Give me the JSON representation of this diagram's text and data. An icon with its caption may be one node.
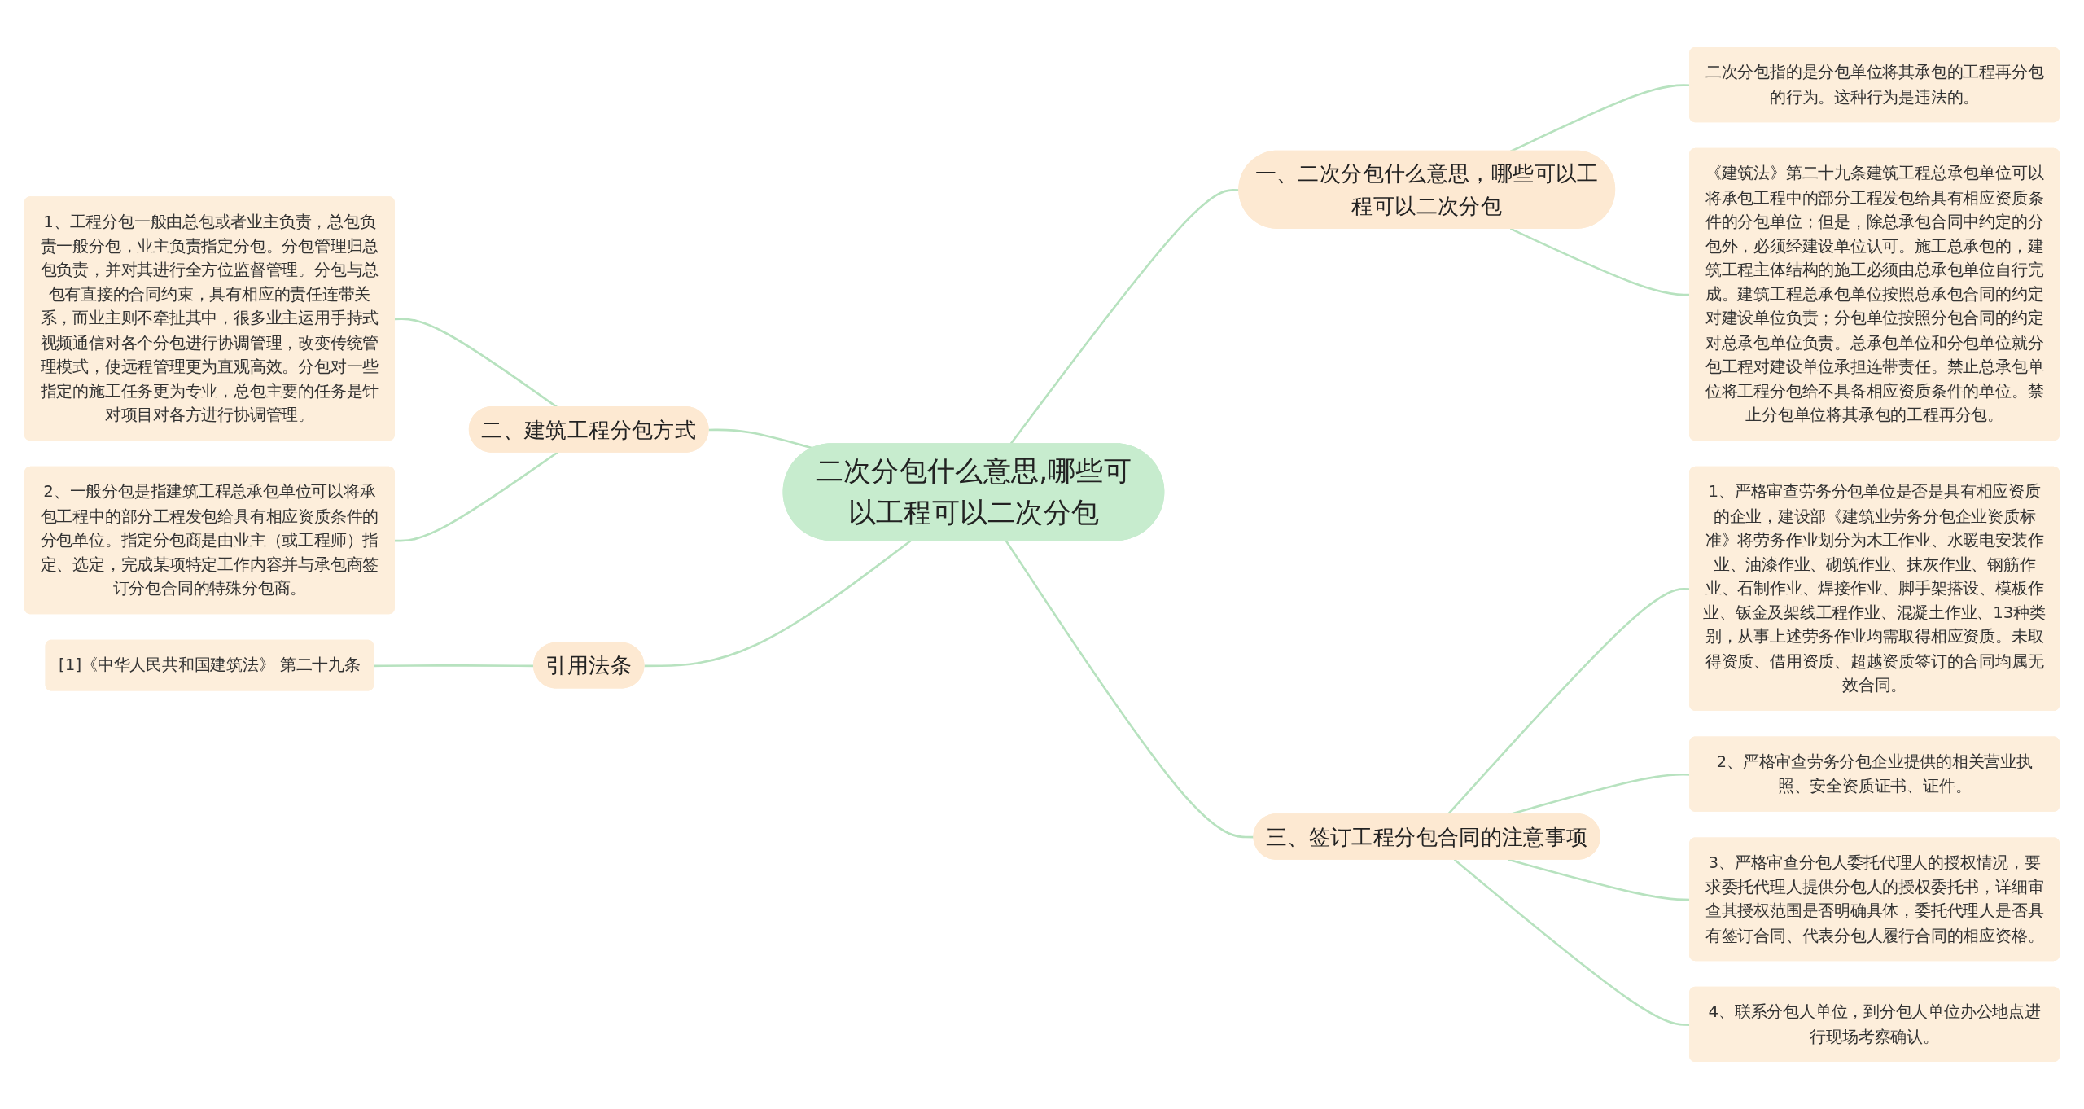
{
  "diagram": {
    "nodes": [
      {
        "text": [
          "二次分包什么意思,哪些可以工程可以二次分包"
        ]
      },
      {
        "text": [
          "一、二次分包什么意思，哪些可以工程可以二次分包"
        ]
      },
      {
        "text": [
          "二次分包指的是分包单位将其承包的工程再分包的行为。这种行为是违法的。"
        ]
      },
      {
        "text": [
          "《建筑法》第二十九条建筑工程总承包单位可以将承包工程中的部分工程发包给具有相应资质条件的分包单位；但是，除总承包合同中约定的分包外，必须经建设单位认可。施工总承包的，建筑工程主体结构的施工必须由总承包单位自行完成。建筑工程总承包单位按照总承包合同的约定对建设单位负责；分包单位按照分包合同的约定对总承包单位负责。总承包单位和分包单位就分包工程对建设单位承担连带责任。禁止总承包单位将工程分包给不具备相应资质条件的单位。禁止分包单位将其承包的工程再分包。"
        ]
      },
      {
        "text": [
          "二、建筑工程分包方式"
        ]
      },
      {
        "text": [
          "1、工程分包一般由总包或者业主负责，总包负责一般分包，业主负责指定分包。分包管理归总包负责，并对其进行全方位监督管理。分包与总包有直接的合同约束，具有相应的责任连带关系，而业主则不牵扯其中，很多业主运用手持式视频通信对各个分包进行协调管理，改变传统管理模式，使远程管理更为直观高效。分包对一些指定的施工任务更为专业，总包主要的任务是针对项目对各方进行协调管理。"
        ]
      },
      {
        "text": [
          "2、一般分包是指建筑工程总承包单位可以将承包工程中的部分工程发包给具有相应资质条件的分包单位。指定分包商是由业主（或工程师）指定、选定，完成某项特定工作内容并与承包商签订分包合同的特殊分包商。"
        ]
      },
      {
        "text": [
          "引用法条"
        ]
      },
      {
        "text": [
          "[1]《中华人民共和国建筑法》 第二十九条"
        ]
      },
      {
        "text": [
          "三、签订工程分包合同的注意事项"
        ]
      },
      {
        "text": [
          "1、严格审查劳务分包单位是否是具有相应资质的企业，建设部《建筑业劳务分包企业资质标准》将劳务作业划分为木工作业、水暖电安装作业、油漆作业、砌筑作业、抹灰作业、钢筋作业、石制作业、焊接作业、脚手架搭设、模板作业、钣金及架线工程作业、混凝土作业、13种类别，从事上述劳务作业均需取得相应资质。未取得资质、借用资质、超越资质签订的合同均属无效合同。"
        ]
      },
      {
        "text": [
          "2、严格审查劳务分包企业提供的相关营业执照、安全资质证书、证件。"
        ]
      },
      {
        "text": [
          "3、严格审查分包人委托代理人的授权情况，要求委托代理人提供分包人的授权委托书，详细审查其授权范围是否明确具体，委托代理人是否具有签订合同、代表分包人履行合同的相应资格。"
        ]
      },
      {
        "text": [
          "4、联系分包人单位，到分包人单位办公地点进行现场考察确认。"
        ]
      }
    ],
    "edges": [
      {
        "from": 0,
        "to": 1,
        "arrow": "none"
      },
      {
        "from": 1,
        "to": 2,
        "arrow": "none"
      },
      {
        "from": 1,
        "to": 3,
        "arrow": "none"
      },
      {
        "from": 0,
        "to": 4,
        "arrow": "none"
      },
      {
        "from": 4,
        "to": 5,
        "arrow": "none"
      },
      {
        "from": 4,
        "to": 6,
        "arrow": "none"
      },
      {
        "from": 0,
        "to": 7,
        "arrow": "none"
      },
      {
        "from": 7,
        "to": 8,
        "arrow": "none"
      },
      {
        "from": 0,
        "to": 9,
        "arrow": "none"
      },
      {
        "from": 9,
        "to": 10,
        "arrow": "none"
      },
      {
        "from": 9,
        "to": 11,
        "arrow": "none"
      },
      {
        "from": 9,
        "to": 12,
        "arrow": "none"
      },
      {
        "from": 9,
        "to": 13,
        "arrow": "none"
      }
    ]
  }
}
